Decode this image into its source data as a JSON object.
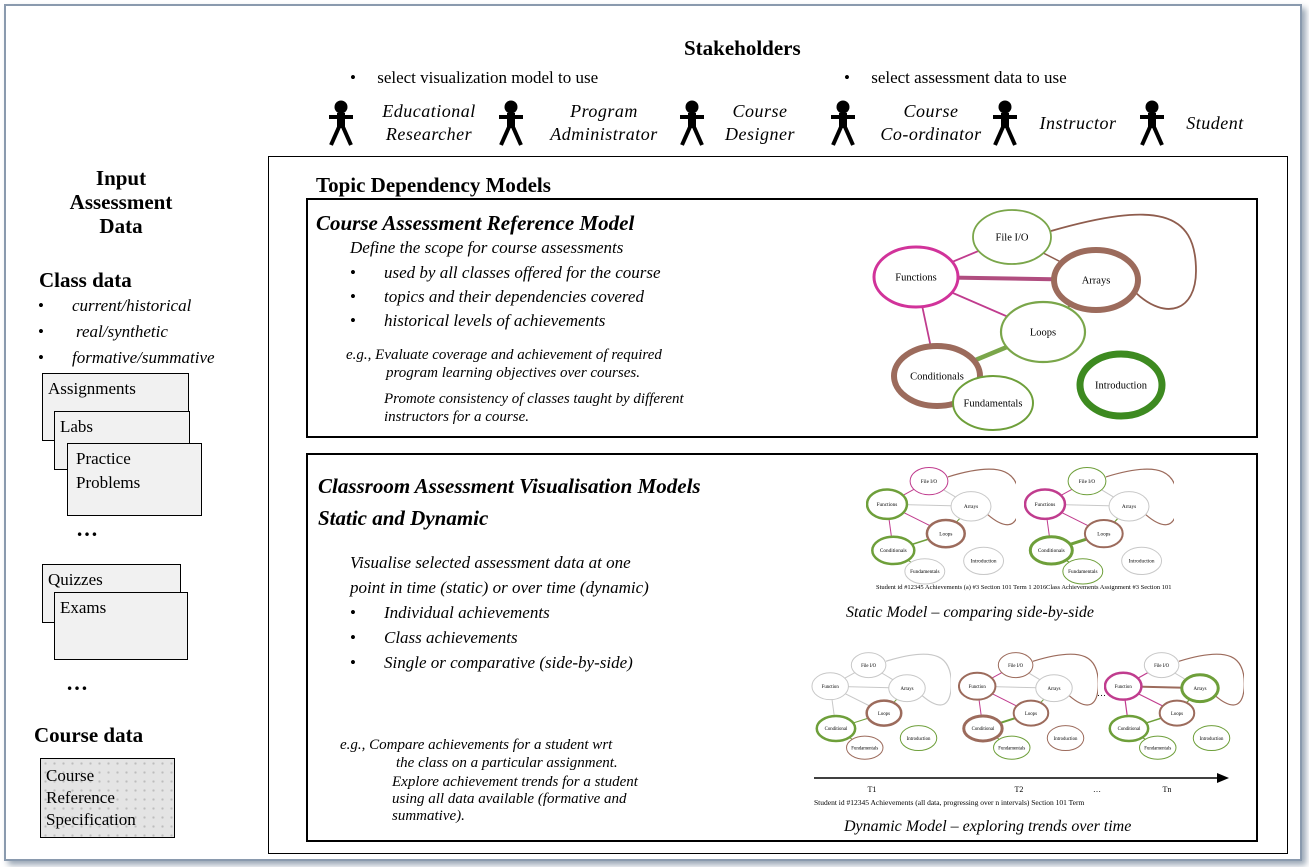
{
  "stakeholders": {
    "title": "Stakeholders",
    "bullets": [
      "select visualization model to use",
      "select assessment data to use"
    ],
    "people": [
      {
        "line1": "Educational",
        "line2": "Researcher"
      },
      {
        "line1": "Program",
        "line2": "Administrator"
      },
      {
        "line1": "Course",
        "line2": "Designer"
      },
      {
        "line1": "Course",
        "line2": "Co-ordinator"
      },
      {
        "line1": "Instructor",
        "line2": ""
      },
      {
        "line1": "Student",
        "line2": ""
      }
    ]
  },
  "input": {
    "title_lines": [
      "Input",
      "Assessment",
      "Data"
    ],
    "class_data": {
      "title": "Class data",
      "bullets": [
        "current/historical",
        "real/synthetic",
        "formative/summative"
      ]
    },
    "docs1": [
      "Assignments",
      "Labs",
      "Practice",
      "Problems"
    ],
    "docs2": [
      "Quizzes",
      "Exams"
    ],
    "ellipsis": "…",
    "course_data": {
      "title": "Course data",
      "box_lines": [
        "Course",
        "Reference",
        "Specification"
      ]
    }
  },
  "tdm": {
    "title": "Topic Dependency Models",
    "reference": {
      "title": "Course Assessment Reference Model",
      "intro": "Define the scope for course assessments",
      "bullets": [
        "used by all classes offered for the course",
        "topics and their dependencies covered",
        "historical levels of achievements"
      ],
      "eg1_lines": [
        "e.g., Evaluate coverage and achievement of required",
        "program learning objectives over courses."
      ],
      "eg2_lines": [
        "Promote consistency of classes taught by different",
        "instructors for a course."
      ],
      "nodes": [
        "File I/O",
        "Functions",
        "Arrays",
        "Loops",
        "Conditionals",
        "Fundamentals",
        "Introduction"
      ]
    },
    "classroom": {
      "title1": "Classroom Assessment Visualisation Models",
      "title2": "Static and Dynamic",
      "intro_lines": [
        "Visualise selected assessment data at one",
        "point in time (static) or over time (dynamic)"
      ],
      "bullets": [
        "Individual achievements",
        "Class achievements",
        "Single or comparative (side-by-side)"
      ],
      "eg1_lines": [
        "e.g., Compare achievements for a student wrt",
        "the class on a particular assignment."
      ],
      "eg2_lines": [
        "Explore achievement trends for a student",
        "using all data available (formative and",
        "summative)."
      ],
      "static_caption1": "Student id #12345 Achievements (a) #3 Section 101 Term 1 2016",
      "static_caption2": "Class Achievements Assignment #3 Section 101",
      "static_label": "Static Model – comparing side-by-side",
      "small_nodes": [
        "File I/O",
        "Functions",
        "Arrays",
        "Loops",
        "Conditionals",
        "Fundamentals",
        "Introduction"
      ],
      "dyn_nodes": [
        "File I/O",
        "Function",
        "Arrays",
        "Loops",
        "Conditional",
        "Fundamentals",
        "Introduction"
      ],
      "time_ticks": [
        "T1",
        "T2",
        "…",
        "Tn"
      ],
      "dots": "…",
      "dyn_caption": "Student id #12345 Achievements (all data, progressing over n intervals) Section 101 Term",
      "dynamic_label": "Dynamic Model – exploring trends over time"
    }
  },
  "colors": {
    "magenta": "#d1339a",
    "brown": "#9c6b5c",
    "green_dark": "#3d8a20",
    "green_mid": "#6e9f3a",
    "green_light": "#8fb561",
    "grey": "#c8c8c8"
  }
}
